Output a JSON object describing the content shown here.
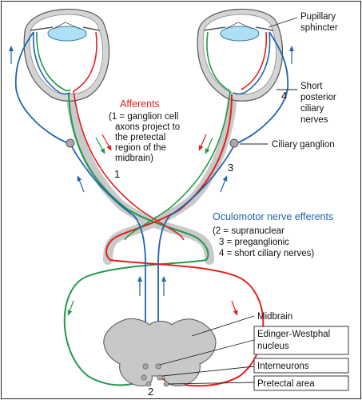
{
  "colors": {
    "afferent": "#e3201b",
    "efferent": "#1f63b0",
    "pathway_green": "#1e9a4a",
    "tract_fill": "#c9c9c9",
    "midbrain_fill": "#c8c8c8",
    "lens_fill": "#aee0f5"
  },
  "labels": {
    "pupillary_sphincter": [
      "Pupillary",
      "sphincter"
    ],
    "short_posterior": [
      "Short",
      "posterior",
      "ciliary",
      "nerves"
    ],
    "short_posterior_number": "4",
    "ciliary_ganglion": "Ciliary ganglion",
    "afferents_title": "Afferents",
    "afferents_note": [
      "(1 = ganglion cell",
      "axons project to",
      "the pretectal",
      "region of the",
      "midbrain)"
    ],
    "efferents_title": "Oculomotor nerve efferents",
    "efferents_note": [
      "(2 = supranuclear",
      "3 = preganglionic",
      "4 = short ciliary nerves)"
    ],
    "number_1": "1",
    "number_2": "2",
    "number_3": "3",
    "midbrain": "Midbrain",
    "edinger_westphal": [
      "Edinger-Westphal",
      "nucleus"
    ],
    "interneurons": "Interneurons",
    "pretectal_area": "Pretectal area"
  }
}
